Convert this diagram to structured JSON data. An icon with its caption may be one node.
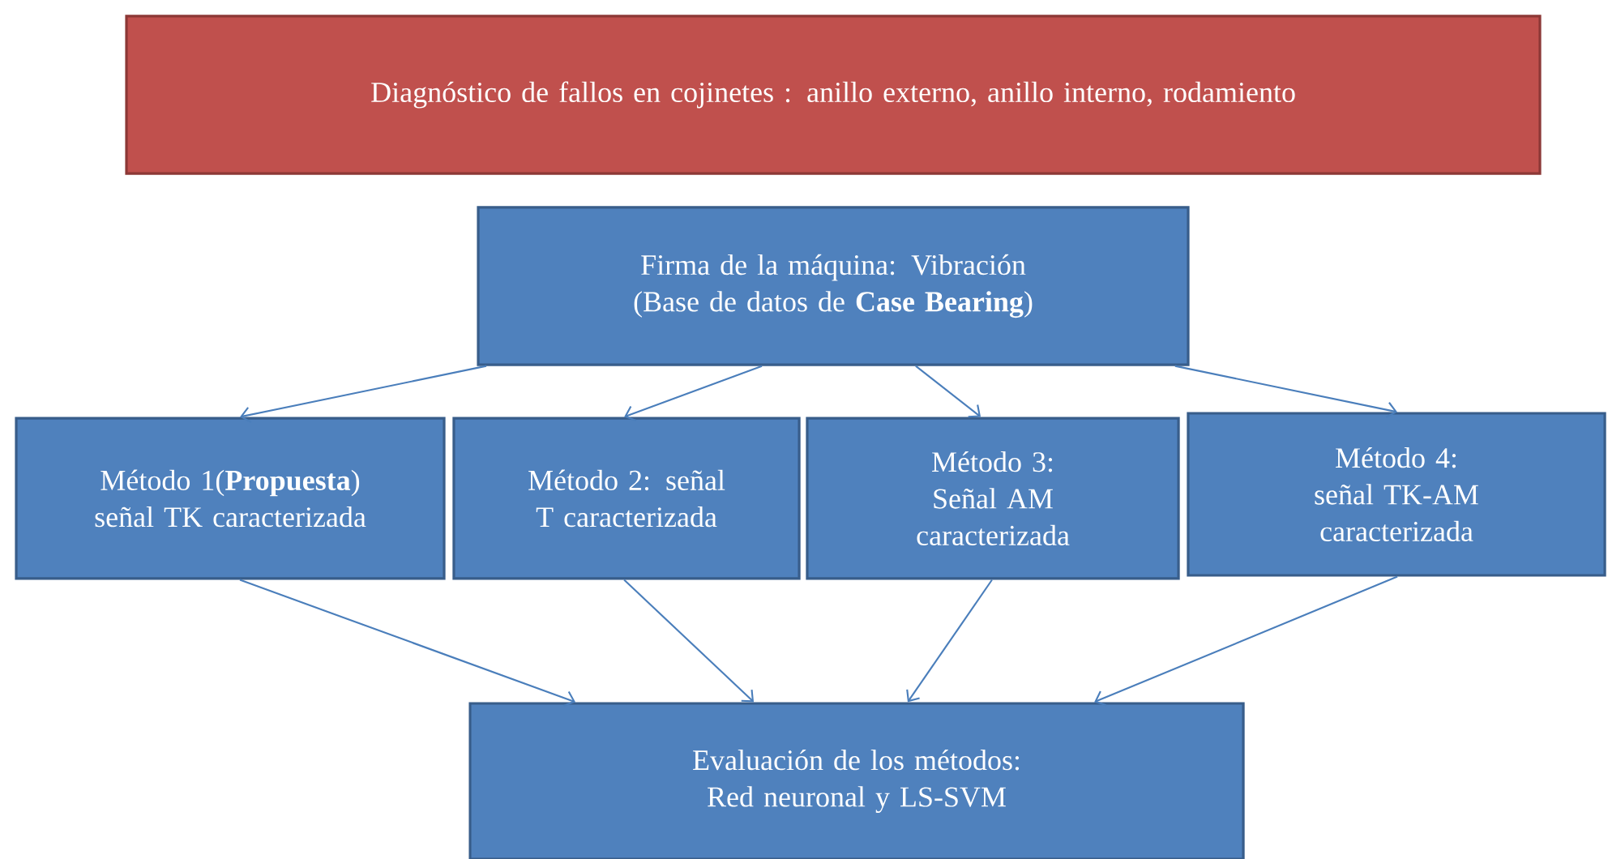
{
  "diagram": {
    "nodes": [
      {
        "text": [
          "Diagnóstico de fallos en cojinetes : anillo externo, anillo interno, rodamiento"
        ]
      },
      {
        "text": [
          "Firma de la máquina: Vibración (Base de datos de **Case Bearing**)"
        ]
      },
      {
        "text": [
          "Método 1(**Propuesta**) señal TK caracterizada"
        ]
      },
      {
        "text": [
          "Método 2: señal T caracterizada"
        ]
      },
      {
        "text": [
          "Método 3: Señal AM caracterizada"
        ]
      },
      {
        "text": [
          "Método 4: señal TK-AM caracterizada"
        ]
      },
      {
        "text": [
          "Evaluación de los métodos: Red neuronal y LS-SVM"
        ]
      }
    ],
    "edges": [
      {
        "from": 1,
        "to": 2,
        "arrow": "to"
      },
      {
        "from": 1,
        "to": 3,
        "arrow": "to"
      },
      {
        "from": 1,
        "to": 4,
        "arrow": "to"
      },
      {
        "from": 1,
        "to": 5,
        "arrow": "to"
      },
      {
        "from": 2,
        "to": 6,
        "arrow": "to"
      },
      {
        "from": 3,
        "to": 6,
        "arrow": "to"
      },
      {
        "from": 4,
        "to": 6,
        "arrow": "to"
      },
      {
        "from": 5,
        "to": 6,
        "arrow": "to"
      }
    ]
  }
}
